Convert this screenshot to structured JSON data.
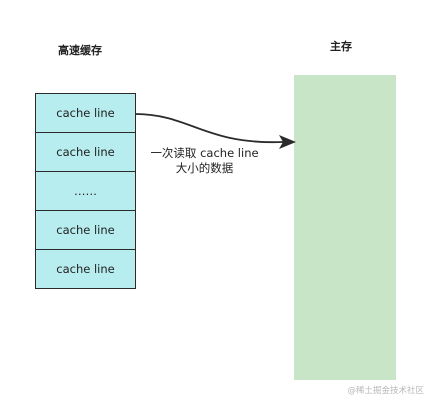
{
  "cache": {
    "title": "高速缓存",
    "rows": [
      "cache line",
      "cache line",
      "……",
      "cache line",
      "cache line"
    ]
  },
  "memory": {
    "title": "主存"
  },
  "arrow": {
    "label_line1": "一次读取 cache line",
    "label_line2": "大小的数据"
  },
  "watermark": "@稀土掘金技术社区",
  "colors": {
    "cache_fill": "#b8edef",
    "memory_fill": "#c8e5c8",
    "stroke": "#2b2b2b"
  }
}
